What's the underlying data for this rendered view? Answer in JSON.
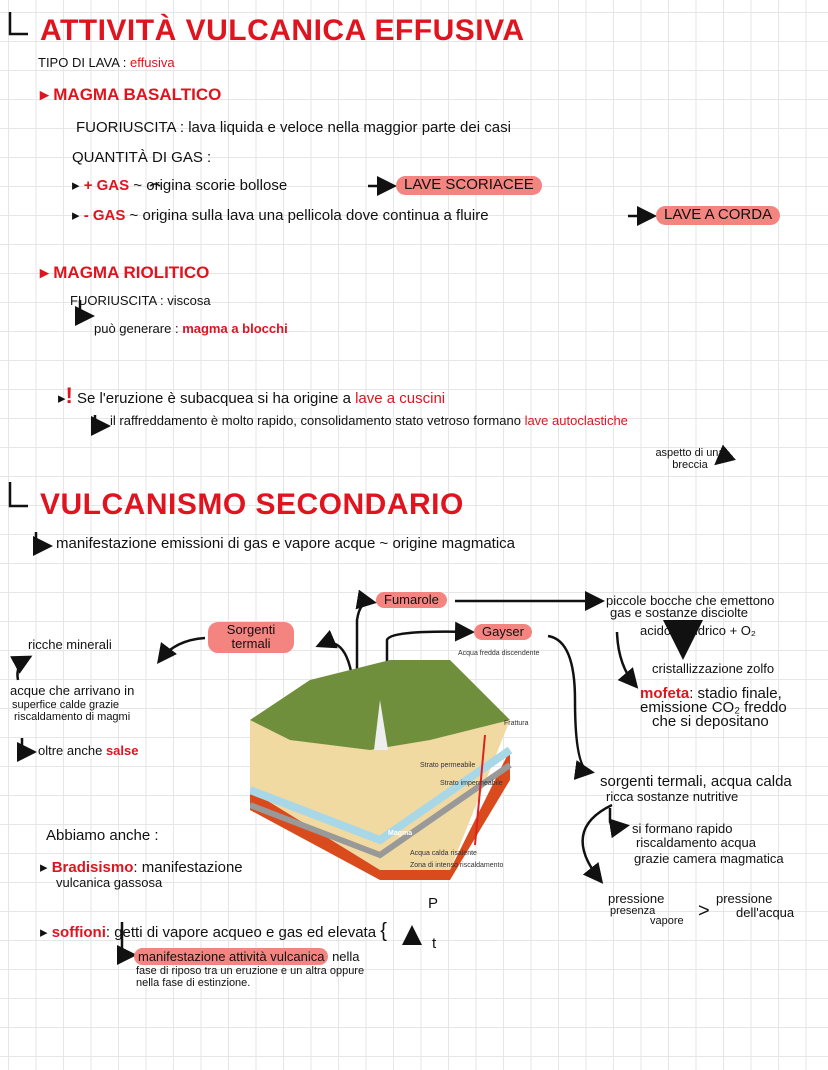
{
  "section1": {
    "title": "ATTIVITÀ VULCANICA EFFUSIVA",
    "tipo_label": "TIPO DI LAVA :",
    "tipo_value": "effusiva",
    "basaltico": {
      "title": "MAGMA BASALTICO",
      "fuoriuscita": "FUORIUSCITA : lava liquida e veloce nella maggior parte dei casi",
      "gas_label": "QUANTITÀ DI GAS :",
      "piu_gas_label": "+ GAS",
      "piu_gas_text": "origina scorie bollose",
      "piu_gas_result": "LAVE SCORIACEE",
      "meno_gas_label": "- GAS",
      "meno_gas_text": "origina sulla lava una pellicola dove continua a fluire",
      "meno_gas_result": "LAVE A CORDA"
    },
    "riolitico": {
      "title": "MAGMA RIOLITICO",
      "fuoriuscita": "FUORIUSCITA : viscosa",
      "genera_label": "può generare :",
      "genera_value": "magma a blocchi"
    },
    "subacquea": {
      "text": "Se l'eruzione è subacquea si ha origine a",
      "result": "lave a cuscini",
      "detail": "il raffreddamento è molto rapido, consolidamento stato vetroso formano",
      "detail_result": "lave autoclastiche",
      "note": "aspetto di una breccia"
    }
  },
  "section2": {
    "title": "VULCANISMO SECONDARIO",
    "subtitle": "manifestazione emissioni di gas e vapore acque ~ origine magmatica",
    "sorgenti_label": "Sorgenti termali",
    "fumarole_label": "Fumarole",
    "gayser_label": "Gayser",
    "ricche": "ricche minerali",
    "acque_1": "acque che arrivano in",
    "acque_2": "superfice calde grazie",
    "acque_3": "riscaldamento di magmi",
    "oltre": "oltre anche",
    "salse": "salse",
    "fumarole_1": "piccole bocche che emettono",
    "fumarole_2": "gas e sostanze disciolte",
    "acido": "acido solfidrico + O₂",
    "cristal": "cristallizzazione zolfo",
    "mofeta": "mofeta",
    "mofeta_1": ": stadio finale,",
    "mofeta_2": "emissione CO₂ freddo",
    "mofeta_3": "che si depositano",
    "gayser_1": "sorgenti termali, acqua calda",
    "gayser_2": "ricca sostanze nutritive",
    "formano_1": "si formano rapido",
    "formano_2": "riscaldamento acqua",
    "formano_3": "grazie camera magmatica",
    "pressione_1": "pressione",
    "pressione_2": "presenza",
    "pressione_3": "vapore",
    "gt": ">",
    "pressione_acqua_1": "pressione",
    "pressione_acqua_2": "dell'acqua",
    "abbiamo": "Abbiamo anche :",
    "bradisismo": "Bradisismo",
    "bradisismo_1": ": manifestazione",
    "bradisismo_2": "vulcanica gassosa",
    "soffioni": "soffioni",
    "soffioni_text": ": getti di vapore acqueo e gas ed elevata",
    "p": "P",
    "t": "t",
    "soffioni_hl": "manifestazione attività vulcanica",
    "soffioni_2": "nella",
    "soffioni_3": "fase di riposo tra un eruzione e un altra oppure",
    "soffioni_4": "nella fase di estinzione."
  },
  "diagram": {
    "acqua_fredda": "Acqua fredda discendente",
    "frattura": "Frattura",
    "strato_perm": "Strato permeabile",
    "strato_imperm": "Strato impermeabile",
    "magma": "Magma",
    "acqua_calda": "Acqua calda risalente",
    "zona": "Zona di intenso riscaldamento"
  },
  "colors": {
    "accent": "#e0141e",
    "highlight": "#f3847f"
  }
}
